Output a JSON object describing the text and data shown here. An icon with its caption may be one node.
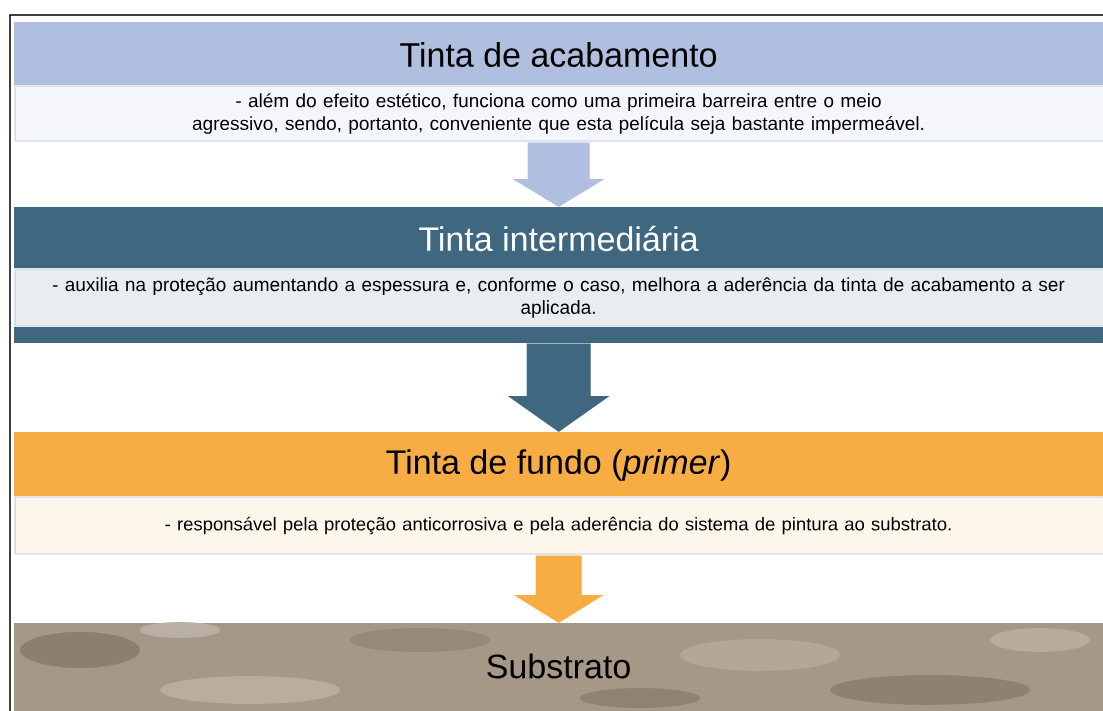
{
  "diagram": {
    "nodes": [
      {
        "text": [
          "Tinta de acabamento",
          "- além do efeito estético, funciona como uma primeira barreira entre o meio agressivo, sendo, portanto, conveniente que esta película seja bastante impermeável."
        ]
      },
      {
        "text": [
          "Tinta intermediária",
          "- auxilia na proteção aumentando a espessura e, conforme o caso, melhora a aderência da tinta de acabamento a ser aplicada."
        ]
      },
      {
        "text": [
          "Tinta de fundo (*primer*)",
          "- responsável pela proteção anticorrosiva e pela aderência do sistema de pintura ao substrato."
        ]
      },
      {
        "text": [
          "Substrato"
        ]
      }
    ],
    "edges": [
      {
        "from": 0,
        "to": 1,
        "arrow": "to",
        "color": "#b0bedf"
      },
      {
        "from": 1,
        "to": 2,
        "arrow": "to",
        "color": "#3f6880"
      },
      {
        "from": 2,
        "to": 3,
        "arrow": "to",
        "color": "#f7ad43"
      }
    ]
  }
}
